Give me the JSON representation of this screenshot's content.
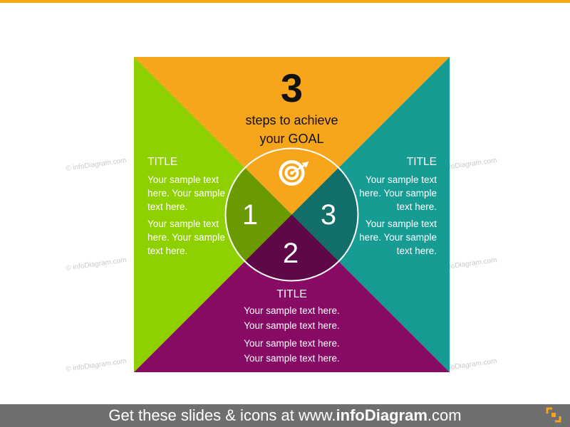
{
  "headline": {
    "number": "3",
    "line1": "steps to achieve",
    "line2": "your GOAL",
    "icon": "target-icon"
  },
  "steps": [
    {
      "number": "1",
      "color": "#8fd100",
      "hub_color": "#6b9a00"
    },
    {
      "number": "2",
      "color": "#870b65",
      "hub_color": "#5e0847"
    },
    {
      "number": "3",
      "color": "#169c92",
      "hub_color": "#116e69"
    }
  ],
  "colors": {
    "top": "#f7a51b",
    "accent": "#f7a51b",
    "footer": "#6f6f6f"
  },
  "blocks": {
    "left": {
      "title": "TITLE",
      "p1": "Your sample text here. Your sample text here.",
      "p2": "Your sample text here. Your sample text here."
    },
    "right": {
      "title": "TITLE",
      "p1": "Your sample text here. Your sample text here.",
      "p2": "Your sample text here. Your sample text here."
    },
    "bottom": {
      "title": "TITLE",
      "l1": "Your sample text here.",
      "l2": "Your sample text here.",
      "l3": "Your sample text here.",
      "l4": "Your sample text here."
    }
  },
  "watermark": "© infoDiagram.com",
  "footer": {
    "prefix": "Get these slides & icons at www.",
    "brand": "infoDiagram",
    "suffix": ".com"
  }
}
